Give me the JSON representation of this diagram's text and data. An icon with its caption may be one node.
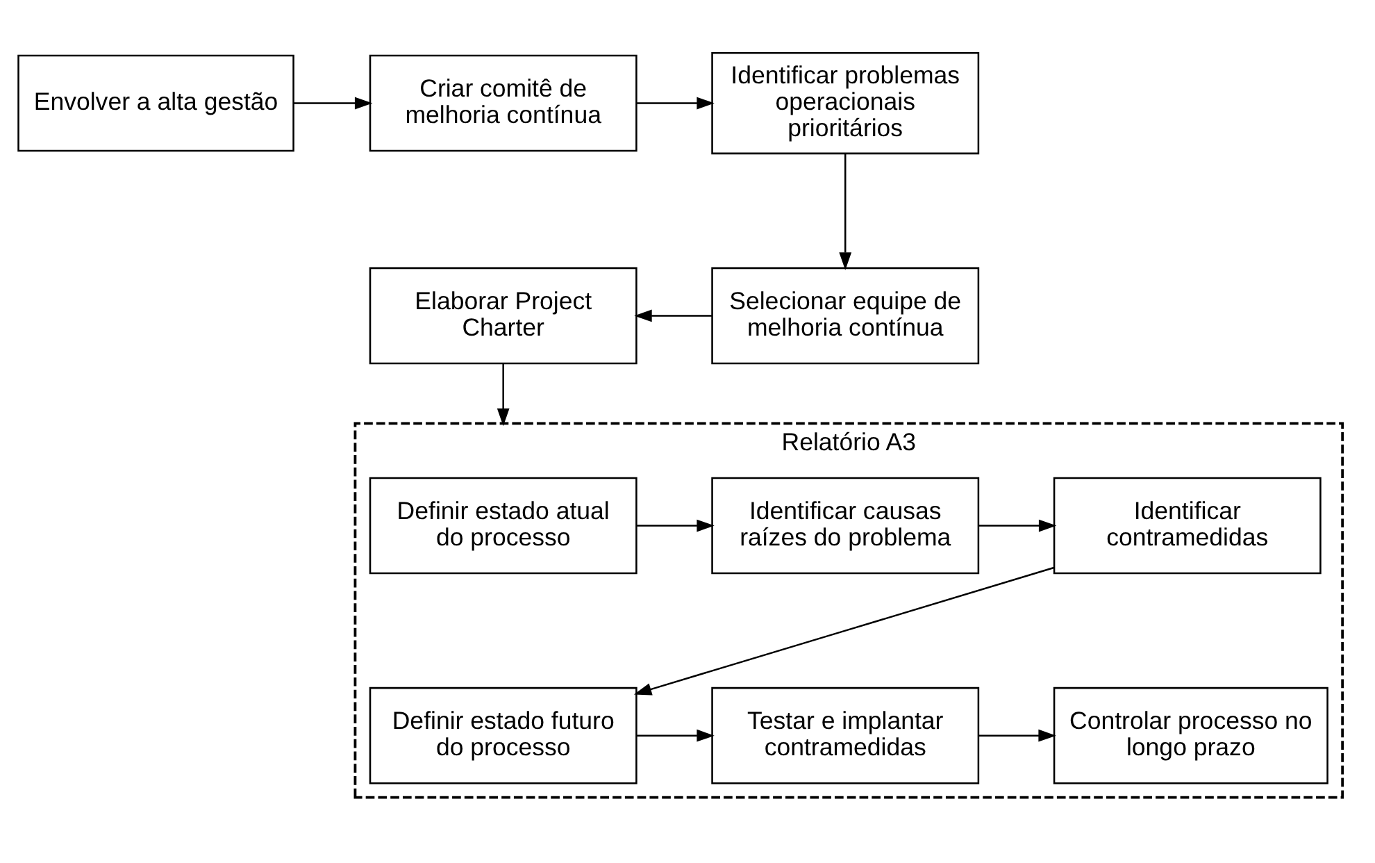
{
  "diagram": {
    "nodes": [
      {
        "text": [
          "Envolver a alta gestão"
        ]
      },
      {
        "text": [
          "Criar comitê de melhoria contínua"
        ]
      },
      {
        "text": [
          "Identificar problemas operacionais prioritários"
        ]
      },
      {
        "text": [
          "Elaborar Project Charter"
        ]
      },
      {
        "text": [
          "Selecionar equipe de melhoria contínua"
        ]
      },
      {
        "text": [
          "Relatório A3"
        ]
      },
      {
        "text": [
          "Definir estado atual do processo"
        ],
        "in": 5
      },
      {
        "text": [
          "Identificar causas raízes do problema"
        ],
        "in": 5
      },
      {
        "text": [
          "Identificar contramedidas"
        ],
        "in": 5
      },
      {
        "text": [
          "Definir estado futuro do processo"
        ],
        "in": 5
      },
      {
        "text": [
          "Testar e implantar contramedidas"
        ],
        "in": 5
      },
      {
        "text": [
          "Controlar processo no longo prazo"
        ],
        "in": 5
      }
    ],
    "edges": [
      {
        "from": 0,
        "to": 1,
        "arrow": "to"
      },
      {
        "from": 1,
        "to": 2,
        "arrow": "to"
      },
      {
        "from": 2,
        "to": 4,
        "arrow": "to"
      },
      {
        "from": 4,
        "to": 3,
        "arrow": "to"
      },
      {
        "from": 3,
        "to": 5,
        "arrow": "to"
      },
      {
        "from": 6,
        "to": 7,
        "arrow": "to"
      },
      {
        "from": 7,
        "to": 8,
        "arrow": "to"
      },
      {
        "from": 8,
        "to": 9,
        "arrow": "to"
      },
      {
        "from": 9,
        "to": 10,
        "arrow": "to"
      },
      {
        "from": 10,
        "to": 11,
        "arrow": "to"
      }
    ]
  }
}
